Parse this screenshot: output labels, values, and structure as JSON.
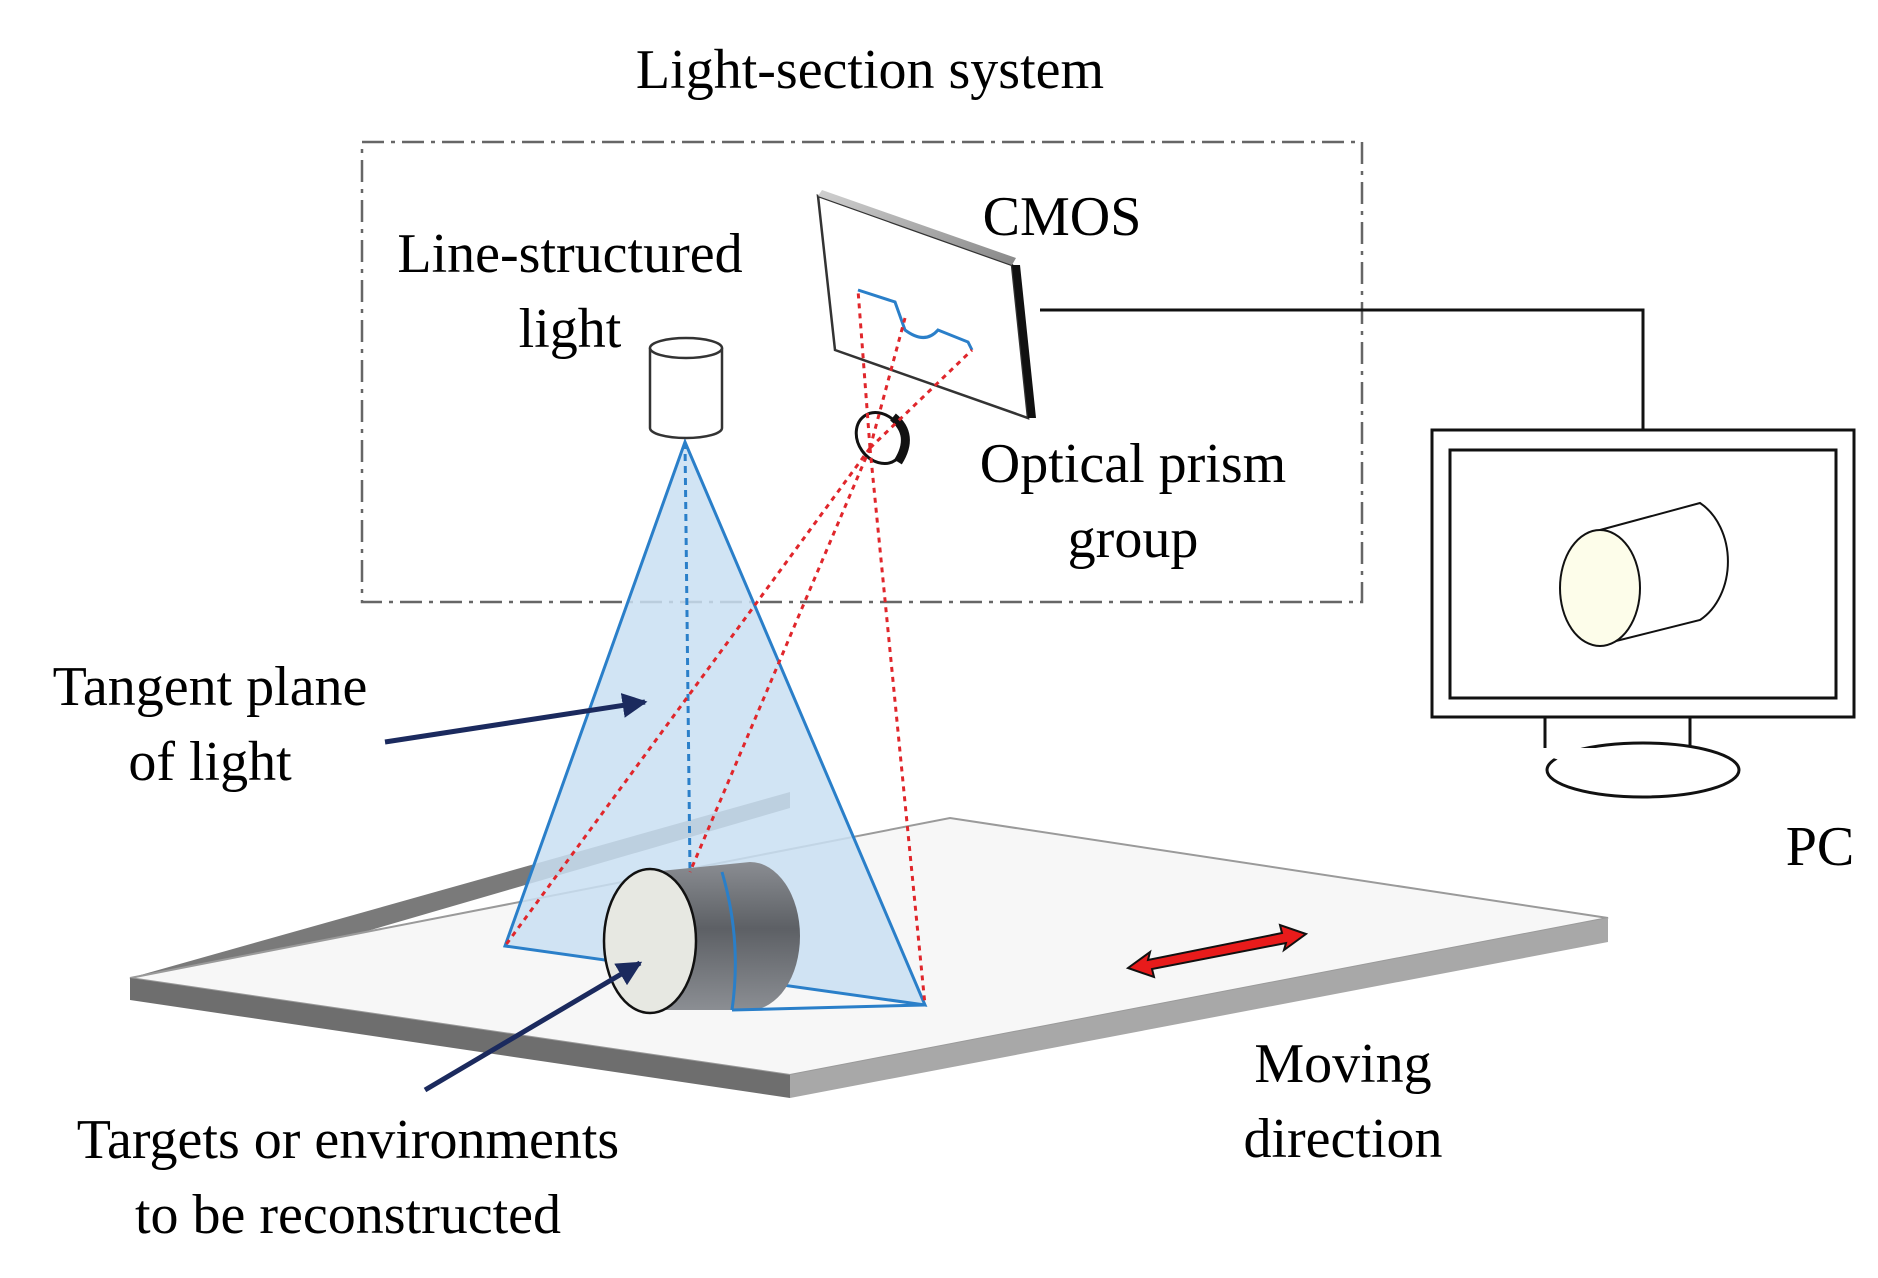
{
  "labels": {
    "system_title": "Light-section system",
    "cmos": "CMOS",
    "line_light_1": "Line-structured",
    "line_light_2": "light",
    "prism_1": "Optical prism",
    "prism_2": "group",
    "tangent_1": "Tangent plane",
    "tangent_2": "of light",
    "pc": "PC",
    "moving_1": "Moving",
    "moving_2": "direction",
    "targets_1": "Targets or environments",
    "targets_2": "to be reconstructed"
  },
  "colors": {
    "light_plane_fill": "#c9dff2",
    "light_plane_edge": "#2a7fc9",
    "ray_red": "#e0262b",
    "arrow_navy": "#1b2a5e",
    "direction_arrow": "#e81b1b",
    "cylinder_dark": "#707378",
    "cylinder_face": "#e7e8e2",
    "platform_top": "#f7f7f7",
    "platform_edge": "#8c8c8c",
    "monitor_screen_cylinder_face": "#fdfdea"
  }
}
